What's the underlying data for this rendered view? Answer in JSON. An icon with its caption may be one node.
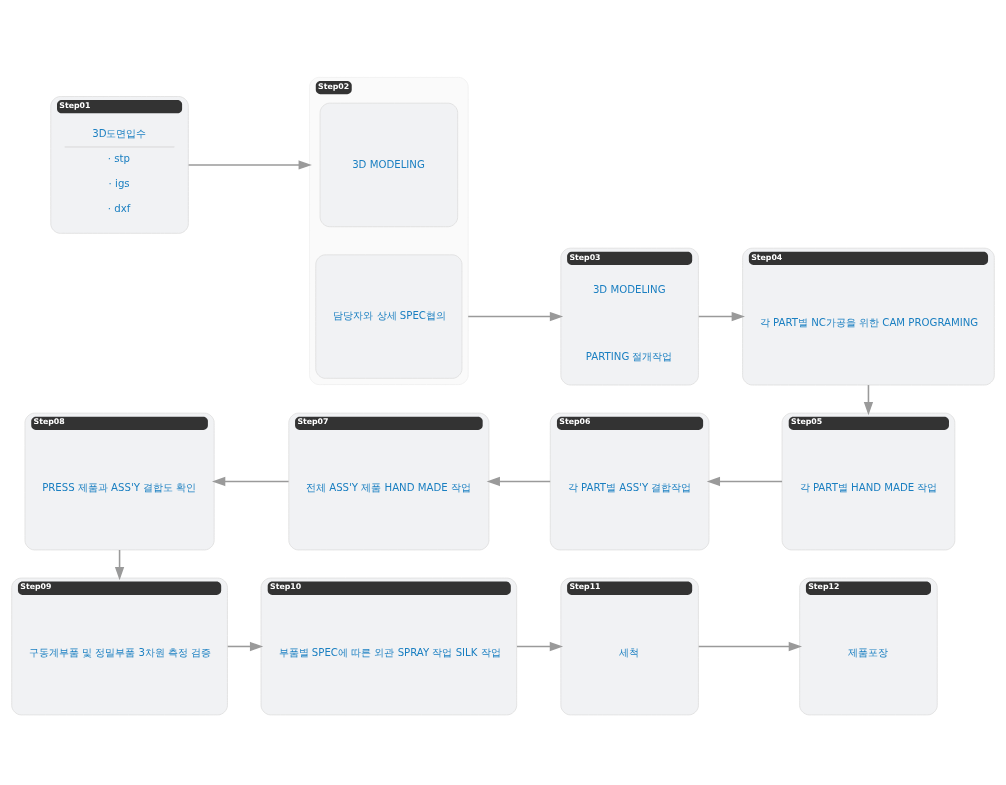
{
  "diagram": {
    "nodes": [
      {
        "text": [
          "Step01",
          "3D도면입수",
          "· stp",
          "· igs",
          "· dxf"
        ]
      },
      {
        "text": [
          "Step02"
        ]
      },
      {
        "text": [
          "3D MODELING"
        ],
        "in": 1
      },
      {
        "text": [
          "담당자와 상세 SPEC협의"
        ],
        "in": 1
      },
      {
        "text": [
          "Step03",
          "3D MODELING",
          "PARTING 절개작업"
        ]
      },
      {
        "text": [
          "Step04",
          "각 PART별 NC가공을 위한 CAM PROGRAMING"
        ]
      },
      {
        "text": [
          "Step05",
          "각 PART별 HAND MADE 작업"
        ]
      },
      {
        "text": [
          "Step06",
          "각 PART별 ASS'Y 결합작업"
        ]
      },
      {
        "text": [
          "Step07",
          "전체 ASS'Y 제품 HAND MADE 작업"
        ]
      },
      {
        "text": [
          "Step08",
          "PRESS 제품과 ASS'Y 결합도 확인"
        ]
      },
      {
        "text": [
          "Step09",
          "구동계부품 및 정밀부품 3차원 측정 검증"
        ]
      },
      {
        "text": [
          "Step10",
          "부품별 SPEC에 따른 외관 SPRAY 작업 SILK 작업"
        ]
      },
      {
        "text": [
          "Step11",
          "세척"
        ]
      },
      {
        "text": [
          "Step12",
          "제품포장"
        ]
      }
    ],
    "edges": [
      {
        "from": 0,
        "to": 1,
        "arrow": "to"
      },
      {
        "from": 1,
        "to": 4,
        "arrow": "to"
      },
      {
        "from": 4,
        "to": 5,
        "arrow": "to"
      },
      {
        "from": 5,
        "to": 6,
        "arrow": "to"
      },
      {
        "from": 6,
        "to": 7,
        "arrow": "to"
      },
      {
        "from": 7,
        "to": 8,
        "arrow": "to"
      },
      {
        "from": 8,
        "to": 9,
        "arrow": "to"
      },
      {
        "from": 9,
        "to": 10,
        "arrow": "to"
      },
      {
        "from": 10,
        "to": 11,
        "arrow": "to"
      },
      {
        "from": 11,
        "to": 12,
        "arrow": "to"
      },
      {
        "from": 12,
        "to": 13,
        "arrow": "to"
      }
    ]
  }
}
